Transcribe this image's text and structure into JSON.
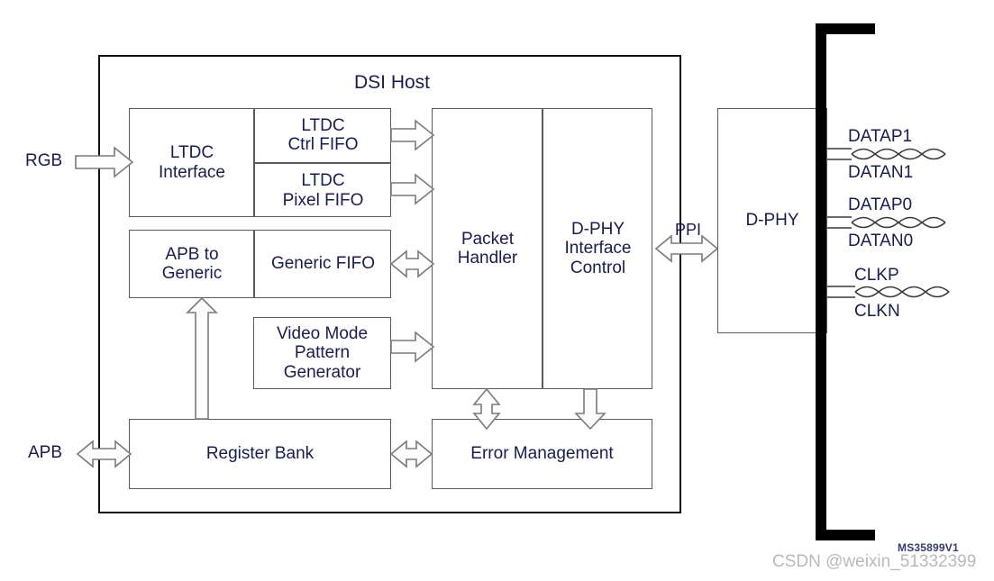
{
  "figure": {
    "title": "DSI Host",
    "figure_id": "MS35899V1",
    "watermark": "CSDN @weixin_51332399",
    "colors": {
      "text": "#1b1b4d",
      "box_border": "#5a5a5a",
      "frame_border": "#111111",
      "arrow_fill": "#fdfdfd",
      "arrow_stroke": "#7a7a7a",
      "bracket": "#000000",
      "watermark": "#b9b9b9"
    }
  },
  "blocks": {
    "ltdc_interface": "LTDC\nInterface",
    "ltdc_ctrl_fifo": "LTDC\nCtrl FIFO",
    "ltdc_pixel_fifo": "LTDC\nPixel FIFO",
    "apb_to_generic": "APB to\nGeneric",
    "generic_fifo": "Generic FIFO",
    "video_mode_pattern_generator": "Video Mode\nPattern\nGenerator",
    "packet_handler": "Packet\nHandler",
    "dphy_interface_control": "D-PHY\nInterface\nControl",
    "dphy": "D-PHY",
    "register_bank": "Register Bank",
    "error_management": "Error Management"
  },
  "ports": {
    "rgb": "RGB",
    "apb": "APB",
    "ppi": "PPI"
  },
  "lanes": [
    {
      "positive": "DATAP1",
      "negative": "DATAN1"
    },
    {
      "positive": "DATAP0",
      "negative": "DATAN0"
    },
    {
      "positive": "CLKP",
      "negative": "CLKN"
    }
  ]
}
